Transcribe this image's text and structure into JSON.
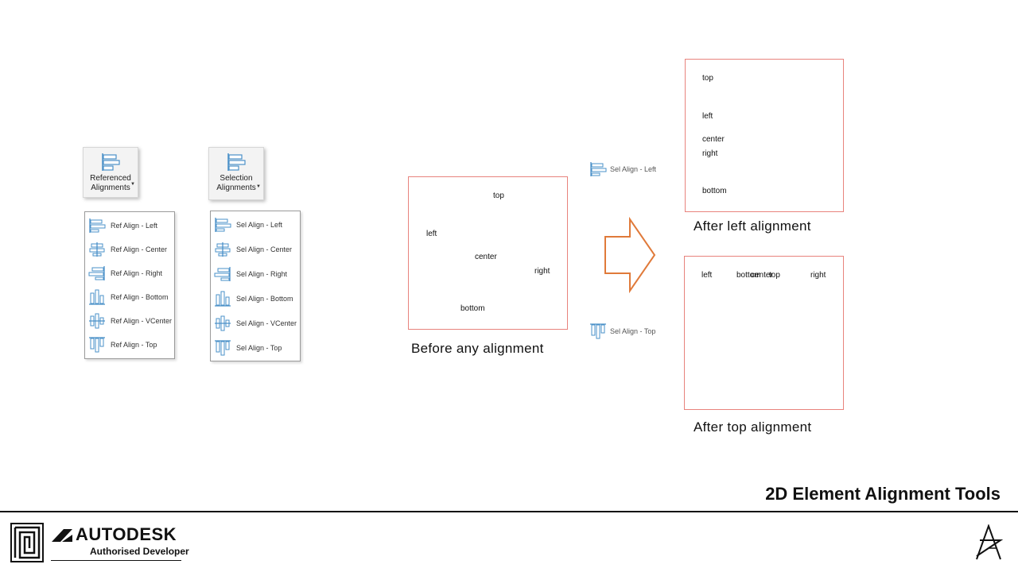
{
  "slide_title": "2D Element Alignment Tools",
  "ribbon": {
    "referenced": {
      "line1": "Referenced",
      "line2": "Alignments"
    },
    "selection": {
      "line1": "Selection",
      "line2": "Alignments"
    }
  },
  "ref_menu": {
    "items": [
      "Ref Align - Left",
      "Ref Align - Center",
      "Ref Align - Right",
      "Ref Align - Bottom",
      "Ref Align - VCenter",
      "Ref Align - Top"
    ]
  },
  "sel_menu": {
    "items": [
      "Sel Align - Left",
      "Sel Align - Center",
      "Sel Align - Right",
      "Sel Align - Bottom",
      "Sel Align - VCenter",
      "Sel Align - Top"
    ]
  },
  "before": {
    "labels": {
      "top": "top",
      "left": "left",
      "center": "center",
      "right": "right",
      "bottom": "bottom"
    },
    "caption": "Before any alignment"
  },
  "tools": {
    "left": "Sel Align - Left",
    "top": "Sel Align - Top"
  },
  "after_left": {
    "labels": {
      "top": "top",
      "left": "left",
      "center": "center",
      "right": "right",
      "bottom": "bottom"
    },
    "caption": "After left alignment"
  },
  "after_top": {
    "labels": {
      "left": "left",
      "bottom": "bottom",
      "center": "center",
      "top": "top",
      "right": "right"
    },
    "caption": "After top alignment"
  },
  "footer": {
    "brand": "AUTODESK",
    "brand_sub": "Authorised Developer"
  },
  "colors": {
    "box_border": "#e8837d",
    "arrow": "#e07a3a",
    "icon_blue": "#4a90c8"
  }
}
